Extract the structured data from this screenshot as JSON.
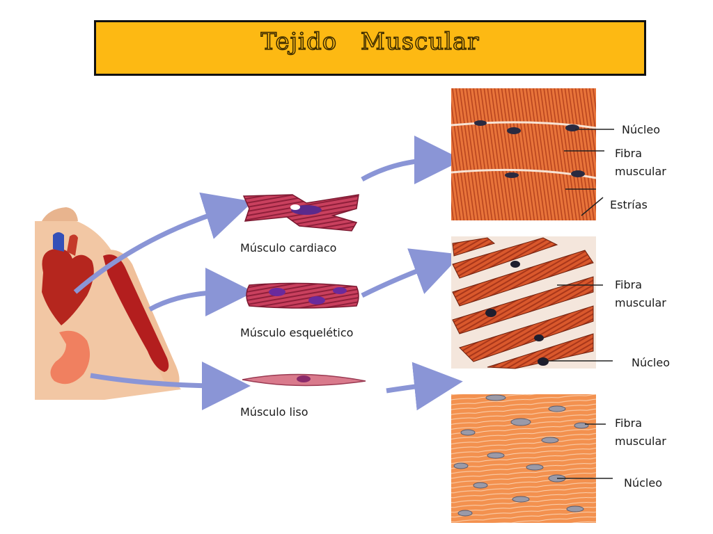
{
  "title": "Tejido Muscular",
  "muscles": {
    "cardiac": "Músculo cardiaco",
    "skeletal": "Músculo esquelético",
    "smooth": "Músculo liso"
  },
  "panel_cardiac": {
    "nucleus": "Núcleo",
    "fiber_line1": "Fibra",
    "fiber_line2": "muscular",
    "striations": "Estrías"
  },
  "panel_skeletal": {
    "fiber_line1": "Fibra",
    "fiber_line2": "muscular",
    "nucleus": "Núcleo"
  },
  "panel_smooth": {
    "fiber_line1": "Fibra",
    "fiber_line2": "muscular",
    "nucleus": "Núcleo"
  },
  "colors": {
    "title_bg": "#fdb913",
    "arrow": "#8a95d6",
    "cardiac_tissue": "#e8743a",
    "skeletal_tissue": "#d9582c",
    "smooth_tissue": "#f08848"
  }
}
